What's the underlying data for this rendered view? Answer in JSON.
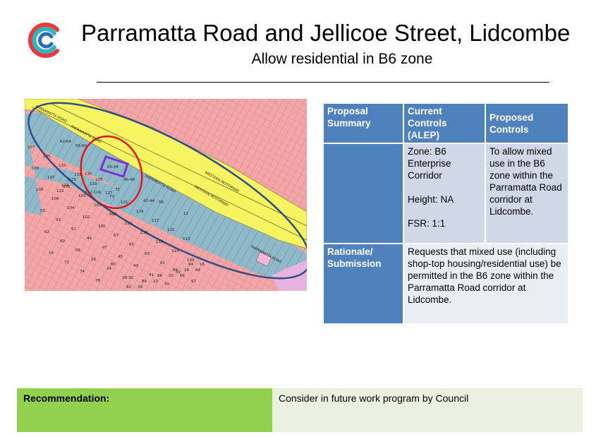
{
  "header": {
    "title": "Parramatta Road and Jellicoe Street, Lidcombe",
    "subtitle": "Allow residential in B6 zone",
    "logo_icon": "cumberland-c-logo"
  },
  "map": {
    "road_labels": [
      "PARRAMATTA ROAD",
      "PARRAMATTA ROAD",
      "WESTERN MOTORWAY",
      "WESTERN MOTORWAY",
      "PARRAMATTA ROAD",
      "PARRAMATTA ROAD"
    ],
    "lot_numbers": [
      "62-64",
      "56-60",
      "50-54",
      "46-48",
      "130",
      "128",
      "125",
      "124",
      "122",
      "112-116",
      "75",
      "73",
      "42-44",
      "56",
      "12",
      "137",
      "135",
      "133",
      "131",
      "129",
      "127",
      "121",
      "119",
      "117",
      "115",
      "113",
      "109",
      "107",
      "105",
      "103",
      "101",
      "99A",
      "120",
      "118",
      "116",
      "114",
      "110",
      "108",
      "106",
      "104",
      "102",
      "100",
      "67",
      "65",
      "63",
      "61",
      "59",
      "57",
      "55",
      "53",
      "51",
      "49",
      "47",
      "45",
      "43",
      "41",
      "70",
      "66",
      "64",
      "62",
      "60",
      "58",
      "26",
      "24",
      "28-30",
      "29",
      "22",
      "20",
      "18",
      "16",
      "14",
      "72",
      "74",
      "78",
      "80",
      "82",
      "84",
      "86",
      "88",
      "94"
    ],
    "colors": {
      "residential": "#f4a6a6",
      "business": "#8fb8c8",
      "road": "#f7f461",
      "site_outline": "#7b2fd6",
      "red_ellipse": "#e0161b",
      "blue_ellipse": "#2f4f86"
    }
  },
  "summary": {
    "headers": {
      "proposal": "Proposal Summary",
      "current": "Current Controls (ALEP)",
      "proposed": "Proposed Controls"
    },
    "current_controls": {
      "zone": "Zone: B6 Enterprise Corridor",
      "height": "Height: NA",
      "fsr": "FSR: 1:1"
    },
    "proposed_controls": "To allow mixed use in the B6 zone within the Parramatta Road corridor at Lidcombe.",
    "rationale_label": "Rationale/ Submission",
    "rationale_text": "Requests that mixed use (including shop-top housing/residential use) be permitted in the B6 zone within the Parramatta Road corridor at Lidcombe."
  },
  "recommendation": {
    "label": "Recommendation:",
    "text": "Consider in future work program by Council"
  }
}
